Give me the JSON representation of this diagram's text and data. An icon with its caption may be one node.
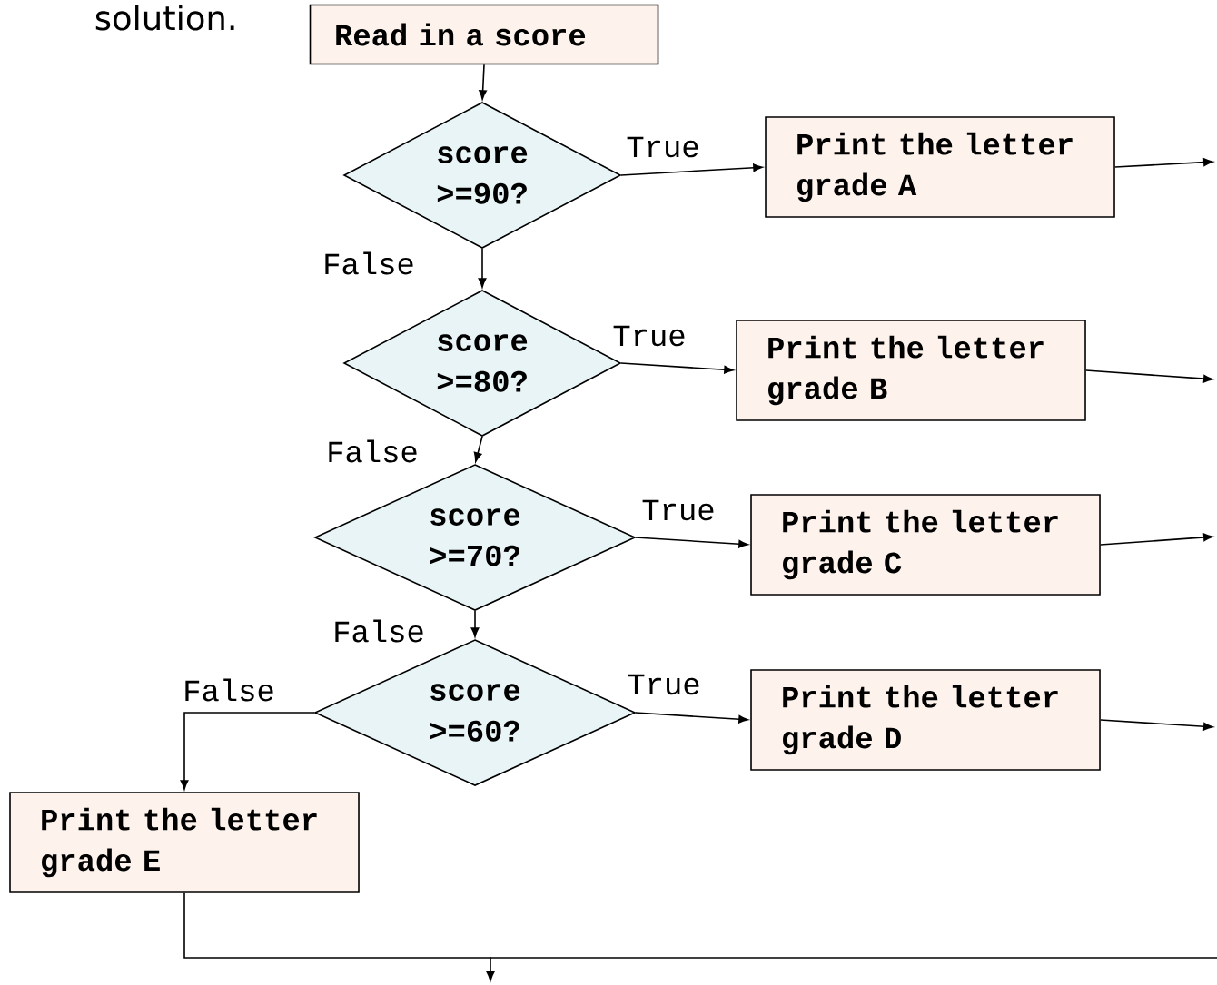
{
  "diagram": {
    "nodes": [
      {
        "text": [
          "Read in a score"
        ]
      },
      {
        "text": [
          "score >=90?"
        ]
      },
      {
        "text": [
          "Print the letter grade A"
        ]
      },
      {
        "text": [
          "score >=80?"
        ]
      },
      {
        "text": [
          "Print the letter grade B"
        ]
      },
      {
        "text": [
          "score >=70?"
        ]
      },
      {
        "text": [
          "Print the letter grade C"
        ]
      },
      {
        "text": [
          "score >=60?"
        ]
      },
      {
        "text": [
          "Print the letter grade D"
        ]
      },
      {
        "text": [
          "Print the letter grade E"
        ]
      }
    ],
    "edges": [
      {
        "from": 0,
        "to": 1,
        "arrow": "to"
      },
      {
        "from": 1,
        "to": 2,
        "arrow": "to",
        "label": "True"
      },
      {
        "from": 1,
        "to": 3,
        "arrow": "to",
        "label": "False"
      },
      {
        "from": 3,
        "to": 4,
        "arrow": "to",
        "label": "True"
      },
      {
        "from": 3,
        "to": 5,
        "arrow": "to",
        "label": "False"
      },
      {
        "from": 5,
        "to": 6,
        "arrow": "to",
        "label": "True"
      },
      {
        "from": 5,
        "to": 7,
        "arrow": "to",
        "label": "False"
      },
      {
        "from": 7,
        "to": 8,
        "arrow": "to",
        "label": "True"
      },
      {
        "from": 7,
        "to": 9,
        "arrow": "to",
        "label": "False"
      },
      {
        "from": 2,
        "to": null,
        "arrow": "to"
      },
      {
        "from": 4,
        "to": null,
        "arrow": "to"
      },
      {
        "from": 6,
        "to": null,
        "arrow": "to"
      },
      {
        "from": 8,
        "to": null,
        "arrow": "to"
      },
      {
        "from": 9,
        "to": null,
        "arrow": "to"
      }
    ],
    "labels": [
      "solution."
    ]
  }
}
